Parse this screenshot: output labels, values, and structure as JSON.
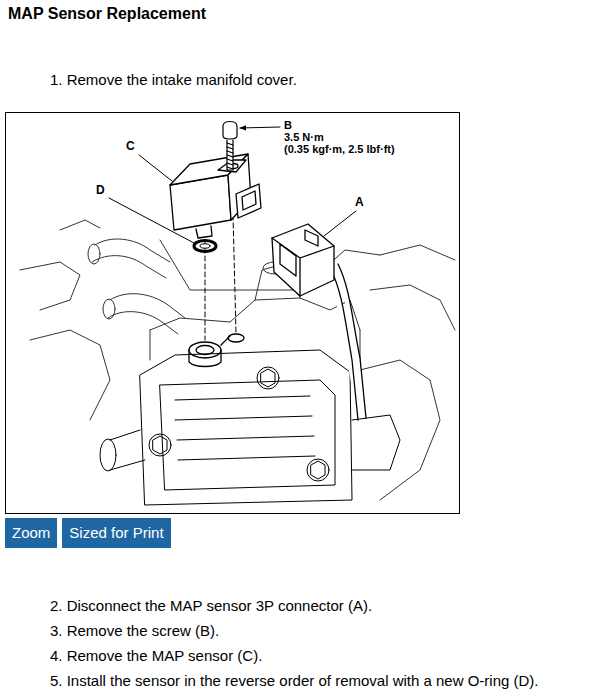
{
  "diagram": {
    "title": "MAP Sensor Replacement",
    "nodes": [
      {
        "text": [
          "Zoom"
        ]
      },
      {
        "text": [
          "Sized for Print"
        ]
      }
    ],
    "labels": [
      "1. Remove the intake manifold cover.",
      "B",
      "3.5 N·m",
      "(0.35 kgf·m, 2.5 lbf·ft)",
      "C",
      "D",
      "A",
      "2. Disconnect the MAP sensor 3P connector (A).",
      "3. Remove the screw (B).",
      "4. Remove the MAP sensor (C).",
      "5. Install the sensor in the reverse order of removal with a new O-ring (D)."
    ]
  }
}
